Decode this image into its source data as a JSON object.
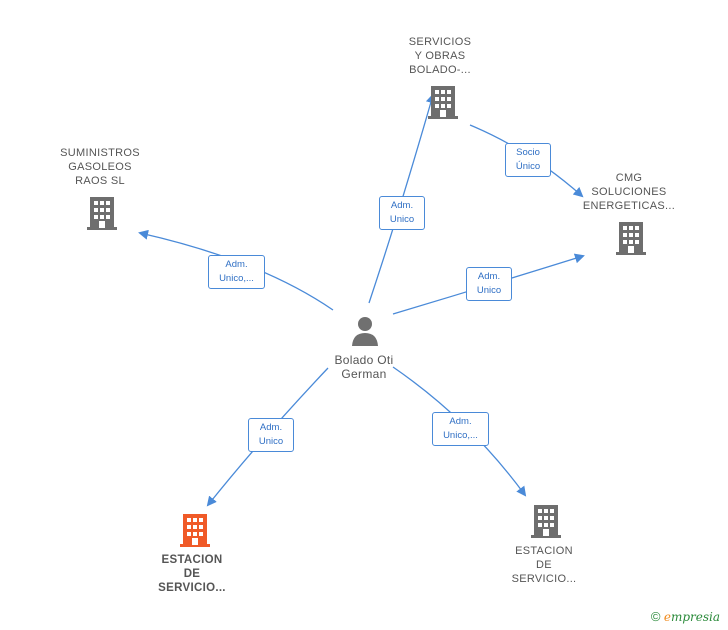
{
  "center": {
    "name": "Bolado Oti\nGerman"
  },
  "companies": [
    {
      "name": "SERVICIOS\nY OBRAS\nBOLADO-...",
      "highlight": false
    },
    {
      "name": "SUMINISTROS\nGASOLEOS\nRAOS  SL",
      "highlight": false
    },
    {
      "name": "CMG\nSOLUCIONES\nENERGETICAS...",
      "highlight": false
    },
    {
      "name": "ESTACION\nDE\nSERVICIO...",
      "highlight": true
    },
    {
      "name": "ESTACION\nDE\nSERVICIO...",
      "highlight": false
    }
  ],
  "relations": [
    "Adm.\nUnico",
    "Adm.\nUnico,...",
    "Adm.\nUnico",
    "Adm.\nUnico",
    "Adm.\nUnico,...",
    "Socio\nÚnico"
  ],
  "colors": {
    "edge": "#4a8ad8",
    "building": "#6e6e6e",
    "highlight": "#f05a28",
    "person": "#707070"
  },
  "footer": {
    "copyright": "©",
    "brand_initial": "e",
    "brand_rest": "mpresia"
  }
}
